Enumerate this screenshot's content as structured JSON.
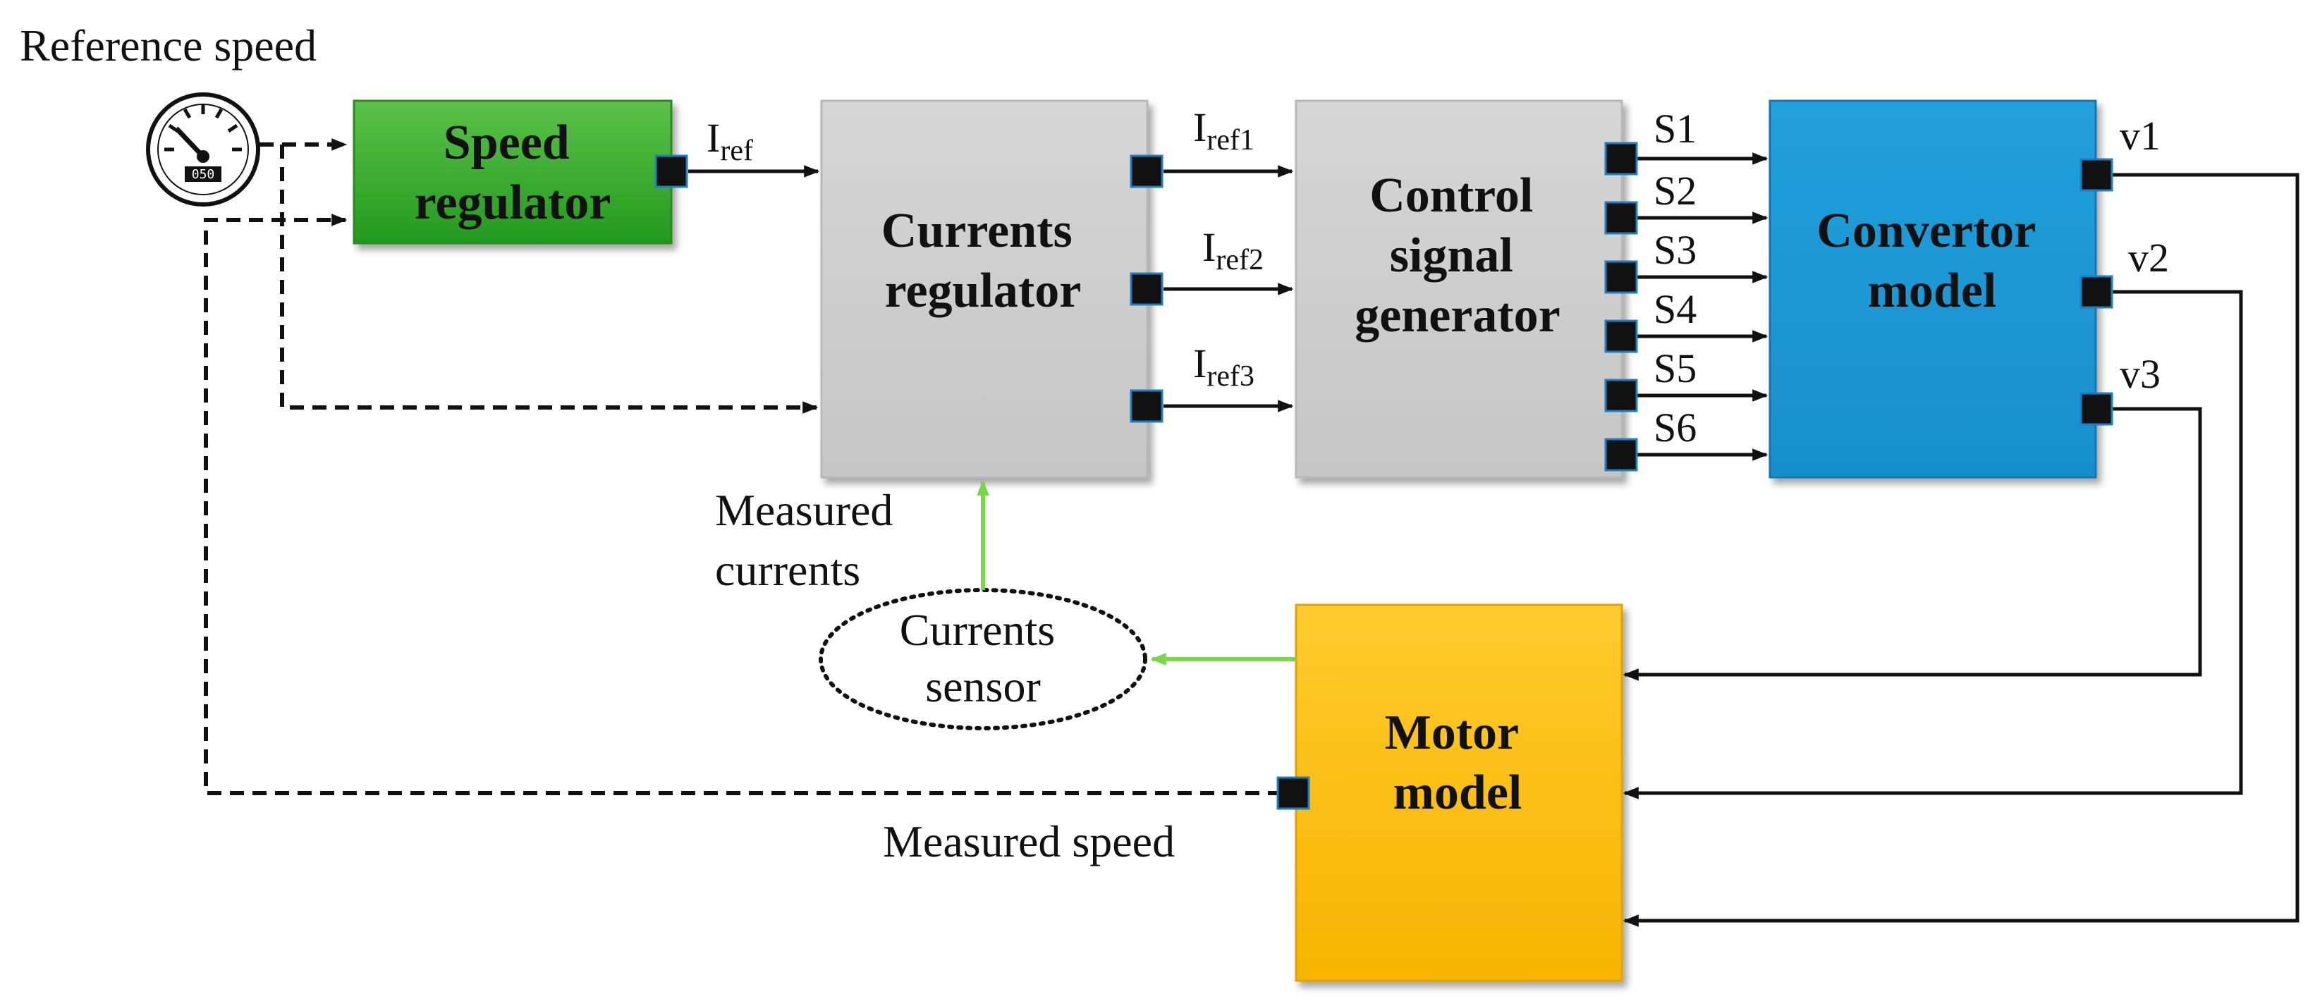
{
  "reference_label": "Reference speed",
  "gauge_readout": "050",
  "blocks": {
    "speed": [
      "Speed",
      "regulator"
    ],
    "currents": [
      "Currents",
      "regulator"
    ],
    "control": [
      "Control",
      "signal",
      "generator"
    ],
    "convertor": [
      "Convertor",
      "model"
    ],
    "motor": [
      "Motor",
      "model"
    ],
    "sensor": [
      "Currents",
      "sensor"
    ]
  },
  "signals": {
    "iref": {
      "base": "I",
      "sub": "ref"
    },
    "iref1": {
      "base": "I",
      "sub": "ref1"
    },
    "iref2": {
      "base": "I",
      "sub": "ref2"
    },
    "iref3": {
      "base": "I",
      "sub": "ref3"
    },
    "s": [
      "S1",
      "S2",
      "S3",
      "S4",
      "S5",
      "S6"
    ],
    "v": [
      "v1",
      "v2",
      "v3"
    ]
  },
  "measured_currents": [
    "Measured",
    "currents"
  ],
  "measured_speed": "Measured speed",
  "colors": {
    "speed_regulator": "#3aa52c",
    "grey_block": "#cfcfcf",
    "convertor": "#1e9ad6",
    "motor": "#f8b800",
    "feedback_line": "#77d64a",
    "port": "#111111"
  }
}
